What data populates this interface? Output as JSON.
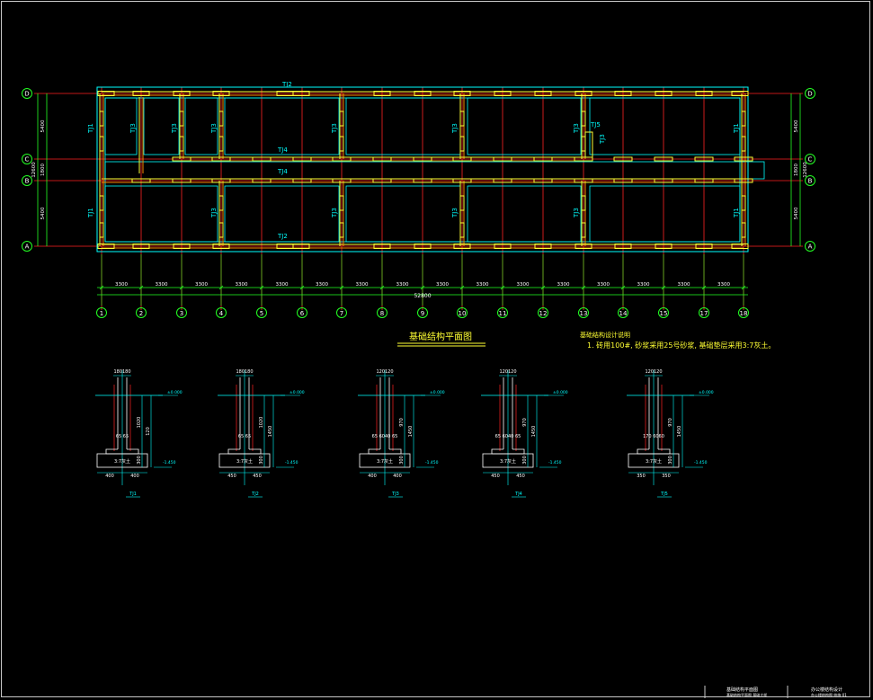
{
  "plan": {
    "axes_x": [
      "1",
      "2",
      "3",
      "4",
      "5",
      "6",
      "7",
      "8",
      "9",
      "10",
      "11",
      "12",
      "13",
      "14",
      "15",
      "17",
      "18"
    ],
    "axes_y": [
      "D",
      "C",
      "B",
      "A"
    ],
    "spans": [
      "3300",
      "3300",
      "3300",
      "3300",
      "3300",
      "3300",
      "3300",
      "3300",
      "3300",
      "3300",
      "3300",
      "3300",
      "3300",
      "3300",
      "3300",
      "3300"
    ],
    "total_length": "52800",
    "dim_left": [
      "5400",
      "1800",
      "5400"
    ],
    "dim_left_total": "12600",
    "dim_right": [
      "5400",
      "1800",
      "5400"
    ],
    "dim_right_total": "12600",
    "beam_labels": {
      "tj1": "TJ1",
      "tj2": "TJ2",
      "tj3": "TJ3",
      "tj4": "TJ4",
      "tj5": "TJ5"
    },
    "title": "基础结构平面图",
    "notes_title": "基础结构设计说明",
    "note_1": "1. 砖用100#, 砂浆采用25号砂浆, 基础垫层采用3:7灰土。"
  },
  "sections": [
    {
      "top": "180180",
      "left": "400",
      "right": "400",
      "h1": "1020",
      "h2": "120",
      "h3": "300",
      "pad": "3:7灰土",
      "ins": "65 65",
      "label": "TJ1",
      "elev_top": "±0.000",
      "elev_bot": "-1.450"
    },
    {
      "top": "180180",
      "left": "450",
      "right": "450",
      "h1": "1020",
      "h2": "1450",
      "h3": "300",
      "pad": "3:7灰土",
      "ins": "65 65",
      "label": "TJ2",
      "elev_top": "±0.000",
      "elev_bot": "-1.450"
    },
    {
      "top": "120120",
      "left": "400",
      "right": "400",
      "h1": "970",
      "h2": "1450",
      "h3": "300",
      "pad": "3:7灰土",
      "ins": "65 6040 65",
      "label": "TJ3",
      "elev_top": "±0.000",
      "elev_bot": "-1.450"
    },
    {
      "top": "120120",
      "left": "450",
      "right": "450",
      "h1": "970",
      "h2": "1450",
      "h3": "300",
      "pad": "3:7灰土",
      "ins": "65 6040 65",
      "label": "TJ4",
      "elev_top": "±0.000",
      "elev_bot": "-1.450"
    },
    {
      "top": "120120",
      "left": "350",
      "right": "350",
      "h1": "970",
      "h2": "1450",
      "h3": "300",
      "pad": "3:7灰土",
      "ins": "170 6060",
      "label": "TJ5",
      "elev_top": "±0.000",
      "elev_bot": "-1.450"
    }
  ],
  "title_block": {
    "left_title": "基础结构平面图",
    "left_sub": "基础结构平面图 基础大样",
    "right_title": "办公楼结构设计",
    "right_sub": "办公楼结构图 结施-01"
  },
  "colors": {
    "background": "#000000",
    "grid": "#ff2222",
    "outline": "#00ffff",
    "wall": "#ffff33",
    "footing": "#ff8800",
    "dim": "#22ff22"
  }
}
